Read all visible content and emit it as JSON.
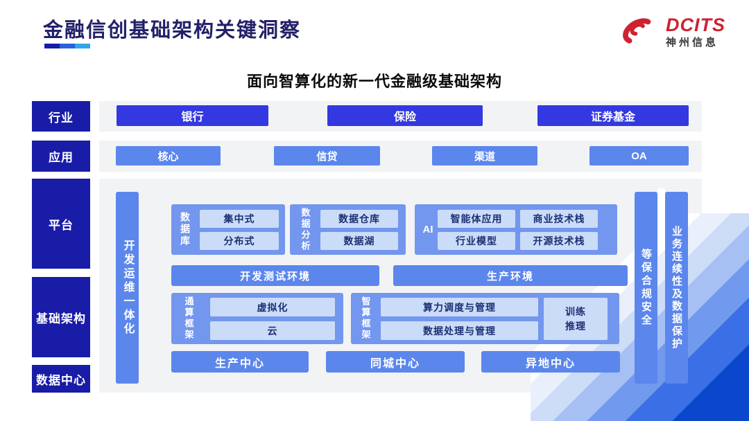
{
  "header": {
    "title": "金融信创基础架构关键洞察"
  },
  "logo": {
    "brand": "DCITS",
    "company": "神州信息"
  },
  "diagram": {
    "subtitle": "面向智算化的新一代金融级基础架构"
  },
  "rows": {
    "industry": {
      "label": "行业",
      "items": [
        "银行",
        "保险",
        "证券基金"
      ]
    },
    "application": {
      "label": "应用",
      "items": [
        "核心",
        "信贷",
        "渠道",
        "OA"
      ]
    },
    "platform": {
      "label": "平台"
    },
    "infrastructure": {
      "label": "基础架构"
    },
    "datacenter": {
      "label": "数据中心"
    }
  },
  "platform": {
    "devops": "开发运维一体化",
    "database": {
      "label": "数据库",
      "items": [
        "集中式",
        "分布式"
      ]
    },
    "analytics": {
      "label": "数据分析",
      "items": [
        "数据仓库",
        "数据湖"
      ]
    },
    "ai": {
      "label": "AI",
      "items": [
        "智能体应用",
        "商业技术栈",
        "行业模型",
        "开源技术栈"
      ]
    },
    "env_dev": "开发测试环境",
    "env_prod": "生产环境",
    "general": {
      "label": "通算框架",
      "items": [
        "虚拟化",
        "云"
      ]
    },
    "smart": {
      "label": "智算框架",
      "items": [
        "算力调度与管理",
        "数据处理与管理"
      ],
      "side": "训练\n推理"
    },
    "centers": [
      "生产中心",
      "同城中心",
      "异地中心"
    ],
    "security": "等保合规安全",
    "continuity": "业务连续性及数据保护"
  },
  "palette": {
    "navy": "#181CA6",
    "strong_blue": "#3438E0",
    "medium_blue": "#5B86EC",
    "section_blue": "#7396EE",
    "light_chip": "#CADCF8",
    "chip_text": "#1D2F73",
    "gray_bg": "#F2F3F5",
    "title_navy": "#232069",
    "brand_red": "#CE2231",
    "corner_deep_blue": "#0B47CC"
  }
}
